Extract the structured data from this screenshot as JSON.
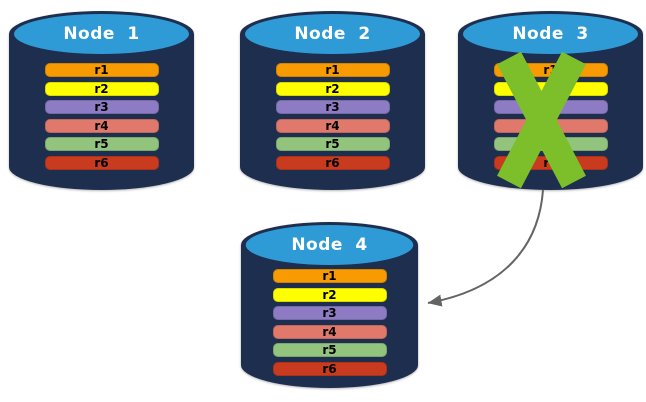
{
  "theme": {
    "background_color": "#ffffff",
    "cylinder_body_color": "#1e2e4f",
    "cylinder_top_color": "#2f9bd6",
    "node_title_color": "#ffffff",
    "record_label_color": "#000000",
    "failure_cross_color": "#7dbf2a",
    "arrow_color": "#646464"
  },
  "nodes": [
    {
      "title": "Node 1",
      "records": [
        {
          "label": "r1",
          "color": "#f79b00"
        },
        {
          "label": "r2",
          "color": "#ffff00"
        },
        {
          "label": "r3",
          "color": "#8d7cc3"
        },
        {
          "label": "r4",
          "color": "#e0796b"
        },
        {
          "label": "r5",
          "color": "#93c47d"
        },
        {
          "label": "r6",
          "color": "#c83b1e"
        }
      ]
    },
    {
      "title": "Node 2",
      "records": [
        {
          "label": "r1",
          "color": "#f79b00"
        },
        {
          "label": "r2",
          "color": "#ffff00"
        },
        {
          "label": "r3",
          "color": "#8d7cc3"
        },
        {
          "label": "r4",
          "color": "#e0796b"
        },
        {
          "label": "r5",
          "color": "#93c47d"
        },
        {
          "label": "r6",
          "color": "#c83b1e"
        }
      ]
    },
    {
      "title": "Node 3",
      "failure_cross": true,
      "records": [
        {
          "label": "r1",
          "color": "#f79b00"
        },
        {
          "label": "r2",
          "color": "#ffff00"
        },
        {
          "label": "r3",
          "color": "#8d7cc3"
        },
        {
          "label": "r4",
          "color": "#e0796b"
        },
        {
          "label": "r5",
          "color": "#93c47d"
        },
        {
          "label": "r6",
          "color": "#c83b1e"
        }
      ]
    },
    {
      "title": "Node 4",
      "records": [
        {
          "label": "r1",
          "color": "#f79b00"
        },
        {
          "label": "r2",
          "color": "#ffff00"
        },
        {
          "label": "r3",
          "color": "#8d7cc3"
        },
        {
          "label": "r4",
          "color": "#e0796b"
        },
        {
          "label": "r5",
          "color": "#93c47d"
        },
        {
          "label": "r6",
          "color": "#c83b1e"
        }
      ]
    }
  ],
  "annotations": {
    "failure_cross_on": "Node 3",
    "arrow": {
      "from": "Node 3",
      "to": "Node 4"
    }
  }
}
